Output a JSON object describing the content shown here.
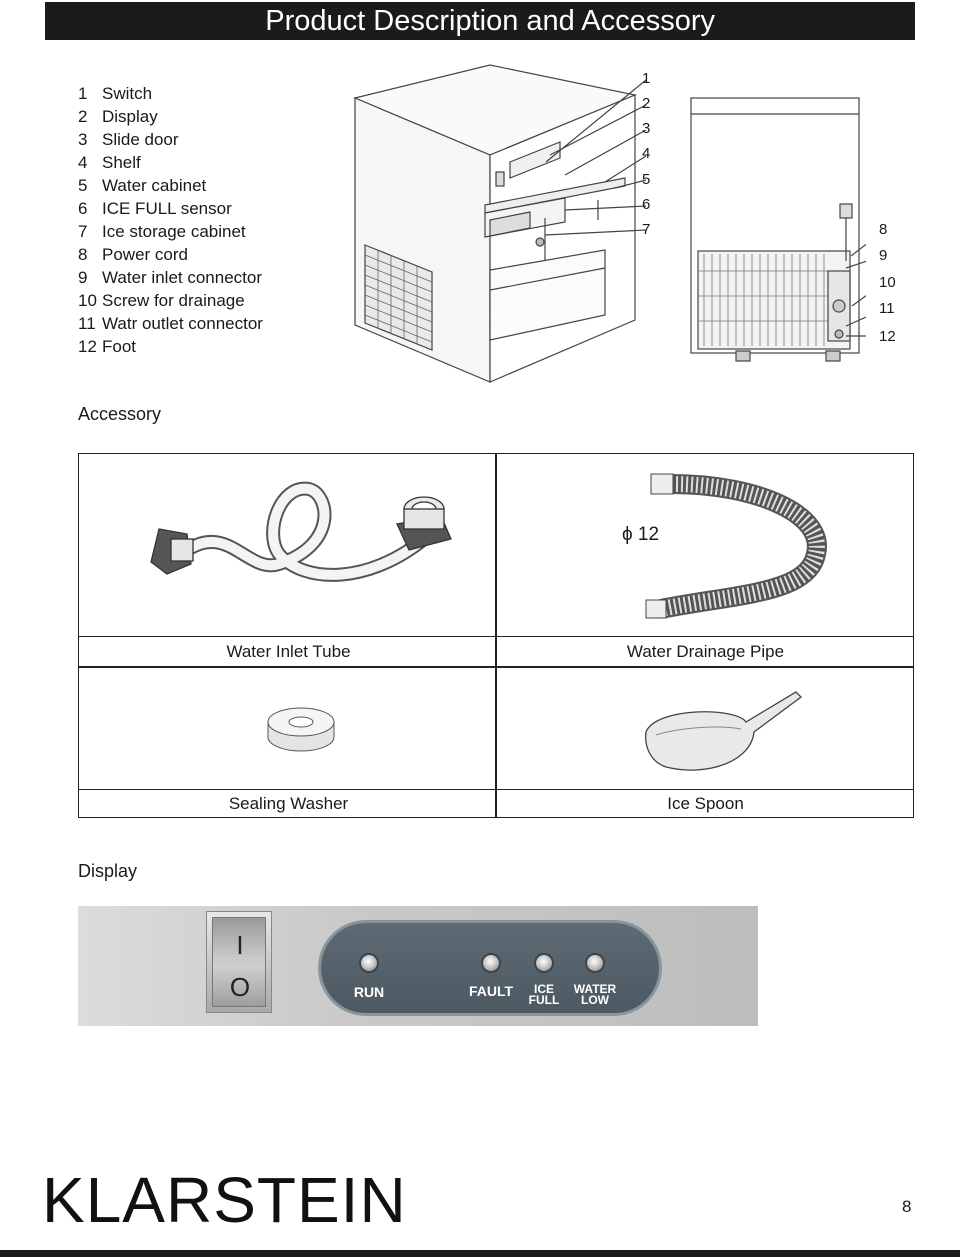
{
  "header": {
    "title": "Product Description and Accessory"
  },
  "parts": [
    {
      "num": "1",
      "label": "Switch"
    },
    {
      "num": "2",
      "label": "Display"
    },
    {
      "num": "3",
      "label": "Slide door"
    },
    {
      "num": "4",
      "label": "Shelf"
    },
    {
      "num": "5",
      "label": "Water cabinet"
    },
    {
      "num": "6",
      "label": "ICE FULL sensor"
    },
    {
      "num": "7",
      "label": "Ice storage cabinet"
    },
    {
      "num": "8",
      "label": "Power cord"
    },
    {
      "num": "9",
      "label": "Water inlet connector"
    },
    {
      "num": "10",
      "label": "Screw for drainage"
    },
    {
      "num": "11",
      "label": "Watr outlet connector"
    },
    {
      "num": "12",
      "label": "Foot"
    }
  ],
  "front_callouts": [
    "1",
    "2",
    "3",
    "4",
    "5",
    "6",
    "7"
  ],
  "back_callouts": [
    "8",
    "9",
    "10",
    "11",
    "12"
  ],
  "accessory": {
    "heading": "Accessory",
    "diameter": "ϕ 12",
    "items": [
      "Water Inlet Tube",
      "Water Drainage Pipe",
      "Sealing Washer",
      "Ice Spoon"
    ]
  },
  "display": {
    "heading": "Display",
    "switch_on": "I",
    "switch_off": "O",
    "indicators": [
      {
        "lines": [
          "RUN"
        ]
      },
      {
        "lines": [
          "FAULT"
        ]
      },
      {
        "lines": [
          "ICE",
          "FULL"
        ]
      },
      {
        "lines": [
          "WATER",
          "LOW"
        ]
      }
    ]
  },
  "footer": {
    "brand": "KLARSTEIN",
    "page": "8"
  }
}
